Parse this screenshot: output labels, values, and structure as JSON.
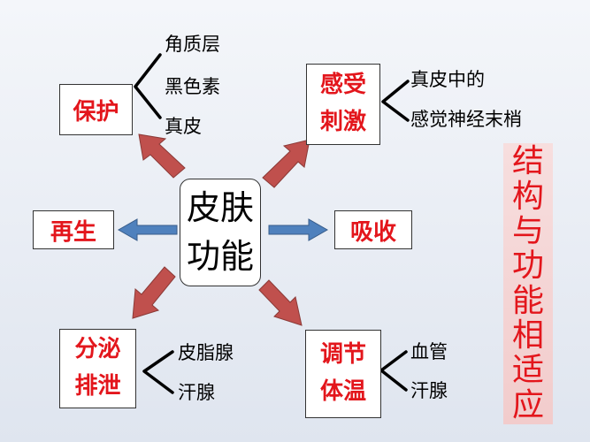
{
  "center": {
    "line1": "皮肤",
    "line2": "功能"
  },
  "protect": {
    "label": "保护",
    "items": [
      "角质层",
      "黑色素",
      "真皮"
    ]
  },
  "sense": {
    "line1": "感受",
    "line2": "刺激",
    "items": [
      "真皮中的",
      "感觉神经末梢"
    ]
  },
  "regen": {
    "label": "再生"
  },
  "absorb": {
    "label": "吸收"
  },
  "secrete": {
    "line1": "分泌",
    "line2": "排泄",
    "items": [
      "皮脂腺",
      "汗腺"
    ]
  },
  "temp": {
    "line1": "调节",
    "line2": "体温",
    "items": [
      "血管",
      "汗腺"
    ]
  },
  "side_title": [
    "结",
    "构",
    "与",
    "功",
    "能",
    "相",
    "适",
    "应"
  ],
  "colors": {
    "red_text": "#e3161c",
    "red_arrow": "#c0504d",
    "blue_arrow": "#4f81bd"
  }
}
